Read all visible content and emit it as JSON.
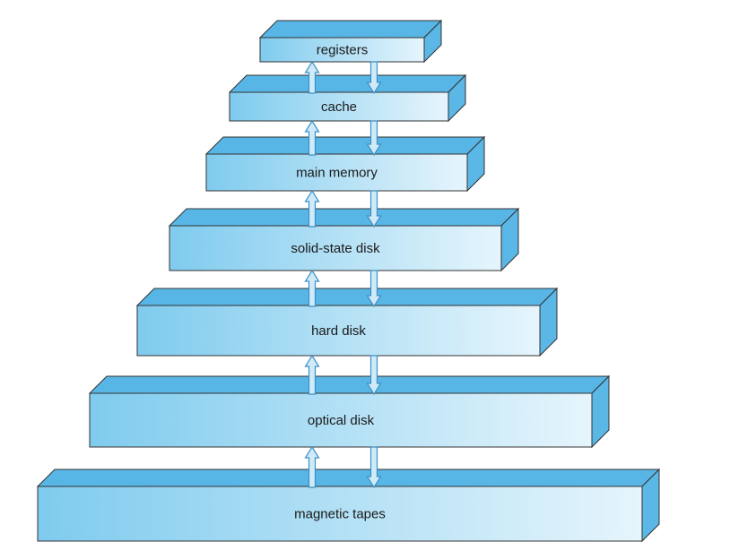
{
  "diagram": {
    "levels": [
      {
        "label": "registers"
      },
      {
        "label": "cache"
      },
      {
        "label": "main memory"
      },
      {
        "label": "solid-state disk"
      },
      {
        "label": "hard disk"
      },
      {
        "label": "optical disk"
      },
      {
        "label": "magnetic tapes"
      }
    ],
    "colors": {
      "front_left": "#7fcbee",
      "front_right": "#e6f5fc",
      "top": "#58b6e6",
      "side": "#5ab7e6",
      "stroke": "#333333",
      "arrow_fill": "#cfeaf8",
      "arrow_stroke": "#3d8fc4"
    }
  }
}
